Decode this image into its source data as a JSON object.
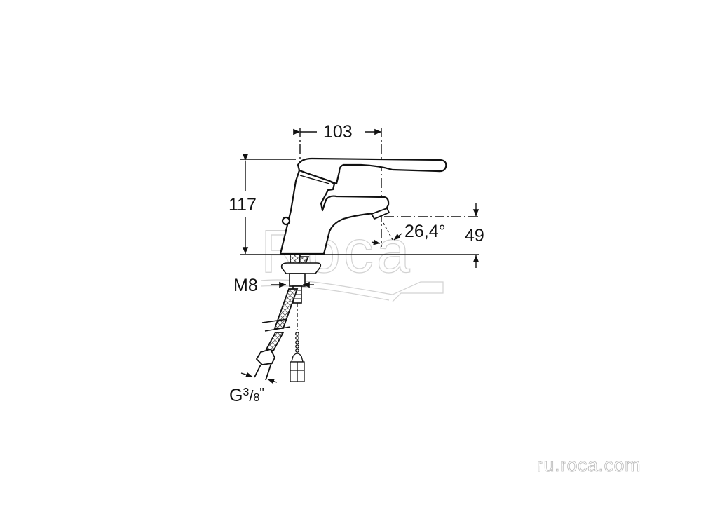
{
  "drawing": {
    "subject": "single-lever basin mixer faucet technical drawing",
    "watermark_logo": "Roca",
    "site_url": "ru.roca.com"
  },
  "dimensions": {
    "width_label": "103",
    "height_label": "117",
    "spout_height_label": "49",
    "angle_label": "26,4°",
    "thread_label": "M8",
    "connector_label_prefix": "G",
    "connector_numerator": "3",
    "connector_slash": "/",
    "connector_denominator": "8",
    "connector_suffix": "\""
  },
  "colors": {
    "line": "#111111",
    "watermark": "#c8c8c8",
    "background": "#ffffff"
  }
}
